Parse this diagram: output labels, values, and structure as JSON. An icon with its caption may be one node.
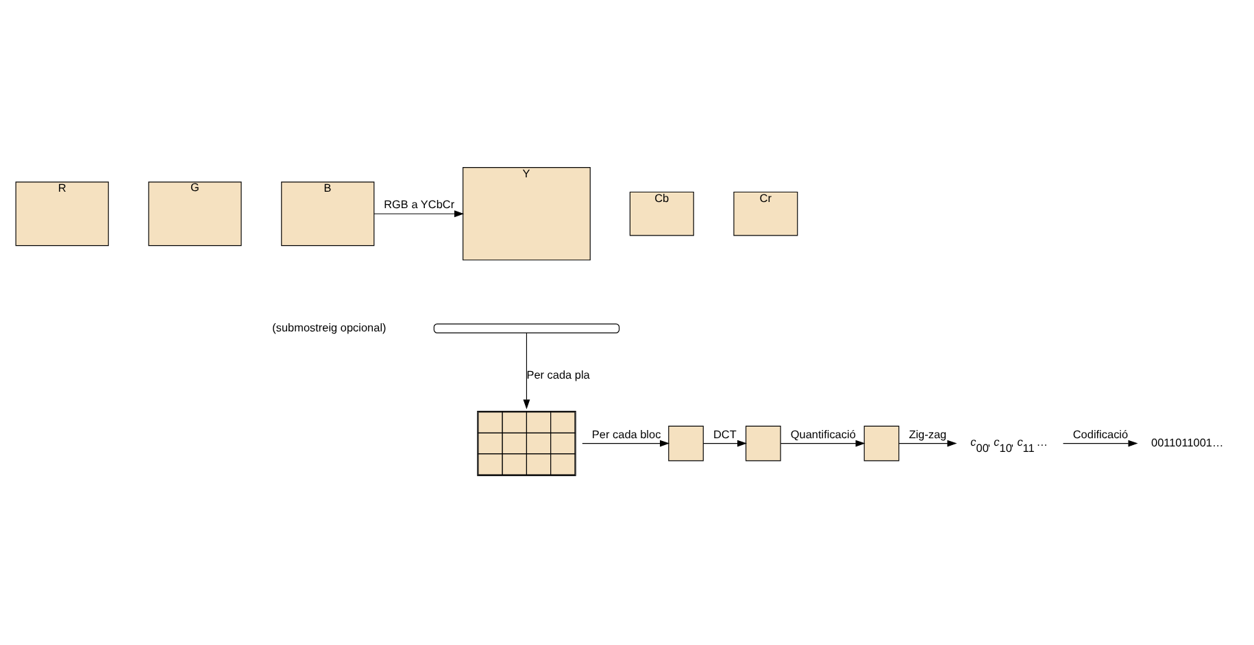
{
  "diagram": {
    "nodes": [
      {
        "text": [
          "B"
        ]
      },
      {
        "text": [
          "G"
        ]
      },
      {
        "text": [
          "R"
        ]
      },
      {
        "text": [
          "Y"
        ]
      },
      {
        "text": [
          "Cb"
        ]
      },
      {
        "text": [
          "Cr"
        ]
      },
      {
        "text": [],
        "shape": "brace"
      },
      {
        "text": [],
        "shape": "grid"
      },
      {
        "text": [],
        "shape": "box"
      },
      {
        "text": [],
        "shape": "box"
      },
      {
        "text": [],
        "shape": "box"
      },
      {
        "text": [
          "*c*$_{00}$, *c*$_{10}$, *c*$_{11}$ …"
        ]
      },
      {
        "text": [
          "0011011001…"
        ]
      }
    ],
    "edges": [
      {
        "from": 0,
        "to": 3,
        "arrow": "to",
        "label": "RGB a YCbCr"
      },
      {
        "from": 6,
        "to": 7,
        "arrow": "to",
        "label": "Per cada pla"
      },
      {
        "from": 7,
        "to": 8,
        "arrow": "to",
        "label": "Per cada bloc"
      },
      {
        "from": 8,
        "to": 9,
        "arrow": "to",
        "label": "DCT"
      },
      {
        "from": 9,
        "to": 10,
        "arrow": "to",
        "label": "Quantificació"
      },
      {
        "from": 10,
        "to": 11,
        "arrow": "to",
        "label": "Zig-zag"
      },
      {
        "from": 11,
        "to": 12,
        "arrow": "to",
        "label": "Codificació"
      }
    ],
    "labels": [
      "(submostreig opcional)"
    ]
  }
}
